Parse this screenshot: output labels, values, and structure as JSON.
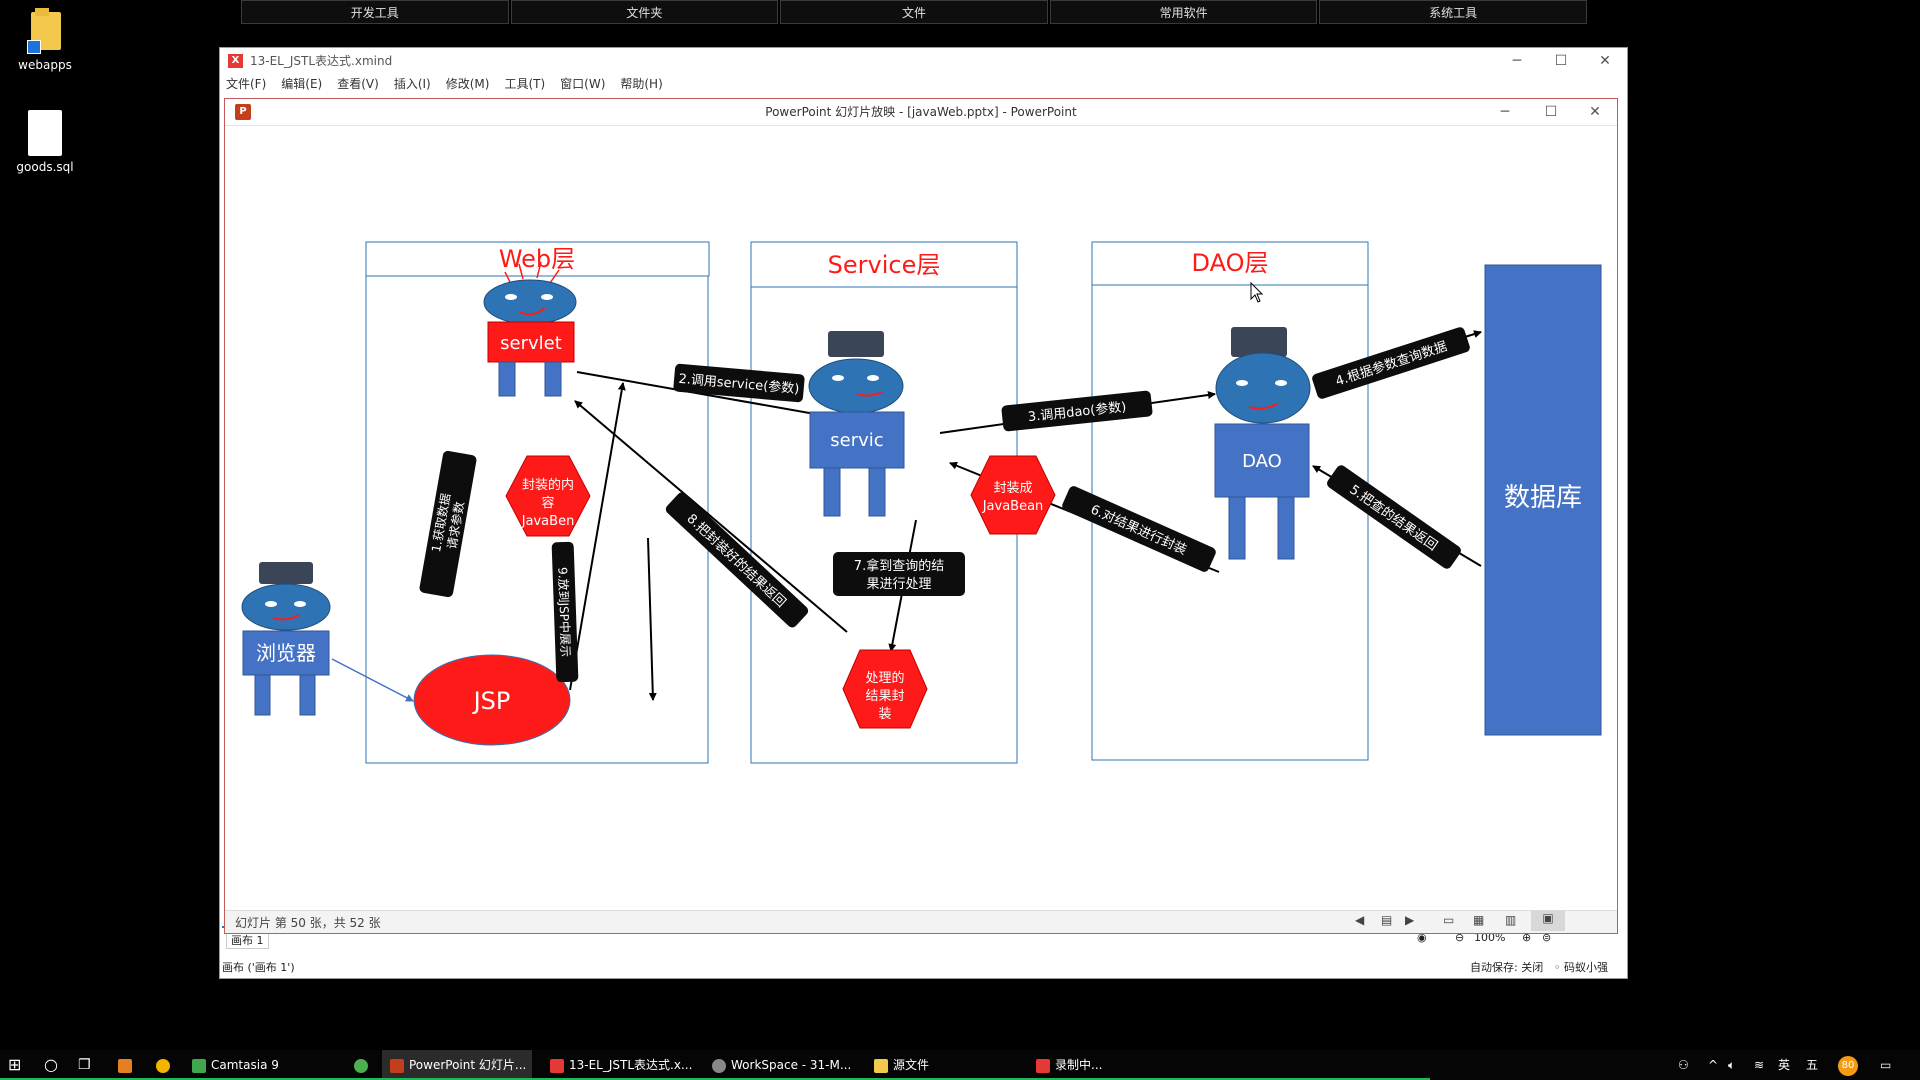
{
  "launcher": [
    "开发工具",
    "文件夹",
    "文件",
    "常用软件",
    "系统工具"
  ],
  "desktop": [
    {
      "label": "webapps",
      "icon": "folder-icon"
    },
    {
      "label": "goods.sql",
      "icon": "file-icon"
    }
  ],
  "xmind": {
    "title": "13-EL_JSTL表达式.xmind",
    "menu": [
      "文件(F)",
      "编辑(E)",
      "查看(V)",
      "插入(I)",
      "修改(M)",
      "工具(T)",
      "窗口(W)",
      "帮助(H)"
    ],
    "sheet_tab": "画布 1",
    "status_left": "画布 ('画布 1')",
    "autosave": "自动保存: 关闭",
    "mode": "码蚁小强",
    "zoom": "100%"
  },
  "powerpoint": {
    "title": "PowerPoint 幻灯片放映 - [javaWeb.pptx] - PowerPoint",
    "status": "幻灯片 第 50 张，共 52 张"
  },
  "slide": {
    "layers": {
      "web": "Web层",
      "service": "Service层",
      "dao": "DAO层"
    },
    "database": "数据库",
    "actors": {
      "servlet": "servlet",
      "service": "servic",
      "dao": "DAO",
      "browser": "浏览器",
      "jsp": "JSP"
    },
    "hexes": {
      "web_javabean": [
        "封装的内",
        "容",
        "JavaBen"
      ],
      "service_javabean": [
        "封装成",
        "JavaBean"
      ],
      "result": [
        "处理的",
        "结果封",
        "装"
      ]
    },
    "arrows": {
      "a1": [
        "1.获取数据",
        "请求参数"
      ],
      "a2": "2.调用service(参数)",
      "a3": "3.调用dao(参数)",
      "a4": "4.根据参数查询数据",
      "a5": "5.把查的结果返回",
      "a6": "6.对结果进行封装",
      "a7": [
        "7.拿到查询的结",
        "果进行处理"
      ],
      "a8": "8.把封装好的结果返回",
      "a9": "9.放到JSP中展示"
    }
  },
  "taskbar": {
    "items": [
      "Camtasia 9",
      "PowerPoint 幻灯片...",
      "13-EL_JSTL表达式.x...",
      "WorkSpace - 31-M...",
      "源文件",
      "录制中..."
    ],
    "ime": "英",
    "ime2": "五",
    "badge": "80"
  },
  "colors": {
    "red": "#ff1a1a",
    "blue": "#4472c4",
    "darkblue": "#2e74b5",
    "cap": "#3a4658"
  }
}
